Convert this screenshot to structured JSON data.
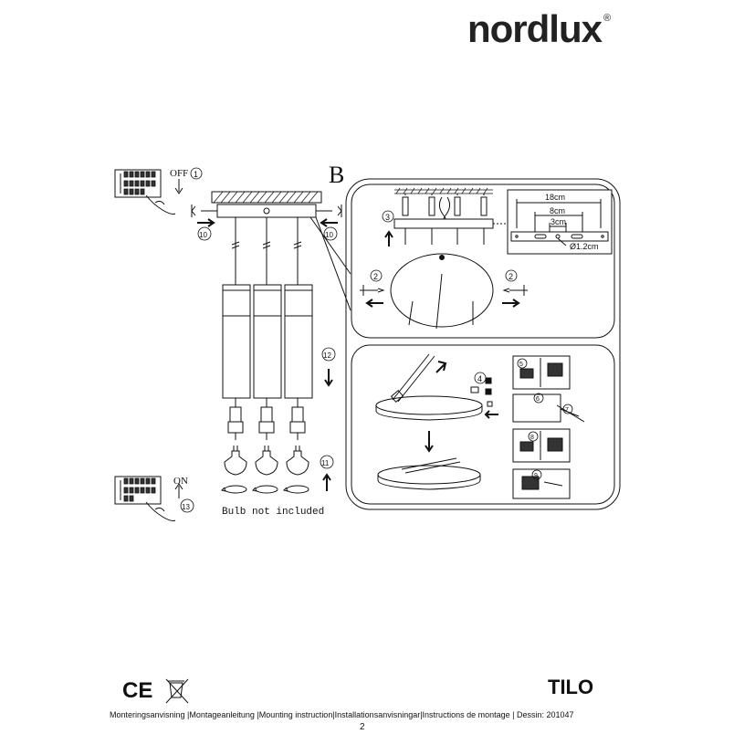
{
  "brand": {
    "name": "nordlux",
    "registered": "®"
  },
  "product": {
    "name": "TILO"
  },
  "section_letter": "B",
  "steps": {
    "off_label": "OFF",
    "on_label": "ON",
    "s1": "1",
    "s2": "2",
    "s3": "3",
    "s4": "4",
    "s5": "5",
    "s6": "6",
    "s7": "7",
    "s8": "8",
    "s9": "9",
    "s10": "10",
    "s11": "11",
    "s12": "12",
    "s13": "13"
  },
  "bulb_note": "Bulb not included",
  "dimensions": {
    "d1": "18cm",
    "d2": "8cm",
    "d3": "3cm",
    "hole": "Ø1.2cm"
  },
  "footer": {
    "text": "Monteringsanvisning |Montageanleitung |Mounting instruction|Installationsanvisningar|Instructions de montage  | Dessin:",
    "code": "201047"
  },
  "page_number": "2",
  "marks": {
    "ce": "CE"
  }
}
